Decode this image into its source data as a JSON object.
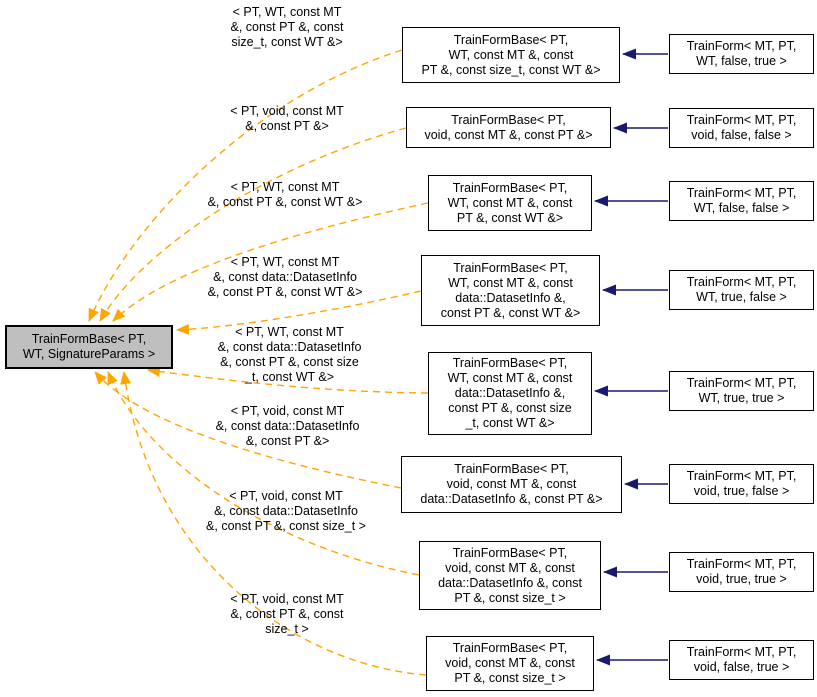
{
  "root": {
    "label": "TrainFormBase< PT,\nWT, SignatureParams >"
  },
  "rows": [
    {
      "edge_label": "< PT, WT, const MT\n&, const PT &, const\nsize_t, const WT &>",
      "base": "TrainFormBase< PT,\nWT, const MT &, const\nPT &, const size_t, const WT &>",
      "derived": "TrainForm< MT, PT,\nWT, false, true >"
    },
    {
      "edge_label": "< PT, void, const MT\n&, const PT &>",
      "base": "TrainFormBase< PT,\nvoid, const MT &, const PT &>",
      "derived": "TrainForm< MT, PT,\nvoid, false, false >"
    },
    {
      "edge_label": "< PT, WT, const MT\n&, const PT &, const WT &>",
      "base": "TrainFormBase< PT,\nWT, const MT &, const\nPT &, const WT &>",
      "derived": "TrainForm< MT, PT,\nWT, false, false >"
    },
    {
      "edge_label": "< PT, WT, const MT\n&, const data::DatasetInfo\n&, const PT &, const WT &>",
      "base": "TrainFormBase< PT,\nWT, const MT &, const\ndata::DatasetInfo &,\nconst PT &, const WT &>",
      "derived": "TrainForm< MT, PT,\nWT, true, false >"
    },
    {
      "edge_label": "< PT, WT, const MT\n&, const data::DatasetInfo\n&, const PT &, const size\n_t, const WT &>",
      "base": "TrainFormBase< PT,\nWT, const MT &, const\ndata::DatasetInfo &,\nconst PT &, const size\n_t, const WT &>",
      "derived": "TrainForm< MT, PT,\nWT, true, true >"
    },
    {
      "edge_label": "< PT, void, const MT\n&, const data::DatasetInfo\n&, const PT &>",
      "base": "TrainFormBase< PT,\nvoid, const MT &, const\ndata::DatasetInfo &, const PT &>",
      "derived": "TrainForm< MT, PT,\nvoid, true, false >"
    },
    {
      "edge_label": "< PT, void, const MT\n&, const data::DatasetInfo\n&, const PT &, const size_t >",
      "base": "TrainFormBase< PT,\nvoid, const MT &, const\ndata::DatasetInfo &, const\nPT &, const size_t >",
      "derived": "TrainForm< MT, PT,\nvoid, true, true >"
    },
    {
      "edge_label": "< PT, void, const MT\n&, const PT &, const\nsize_t >",
      "base": "TrainFormBase< PT,\nvoid, const MT &, const\nPT &, const size_t >",
      "derived": "TrainForm< MT, PT,\nvoid, false, true >"
    }
  ],
  "colors": {
    "template_edge": "#ffa500",
    "inheritance_edge": "#191970",
    "root_fill": "#bfbfbf",
    "node_fill": "#ffffff",
    "border": "#000000",
    "text": "#000000"
  }
}
